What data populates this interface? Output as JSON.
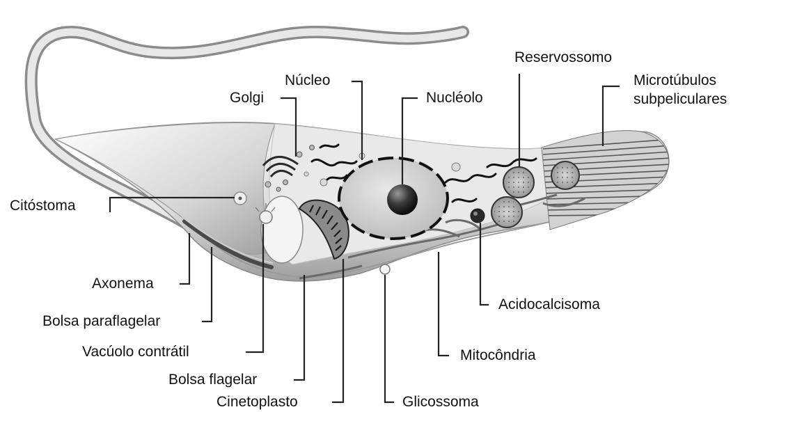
{
  "labels": {
    "reservossomo": "Reservossomo",
    "microtubulos_line1": "Microtúbulos",
    "microtubulos_line2": "subpeliculares",
    "nucleo": "Núcleo",
    "golgi": "Golgi",
    "nucleolo": "Nucléolo",
    "citostoma": "Citóstoma",
    "axonema": "Axonema",
    "bolsa_paraflagelar": "Bolsa paraflagelar",
    "vacuolo_contratil": "Vacúolo contrátil",
    "bolsa_flagelar": "Bolsa flagelar",
    "cinetoplasto": "Cinetoplasto",
    "glicossoma": "Glicossoma",
    "mitocondria": "Mitocôndria",
    "acidocalcisoma": "Acidocalcisoma"
  },
  "colors": {
    "background": "#ffffff",
    "cell_light": "#e6e6e6",
    "cell_shadow": "#b0b0b0",
    "organelle_dark": "#1a1a1a",
    "text": "#111111"
  }
}
